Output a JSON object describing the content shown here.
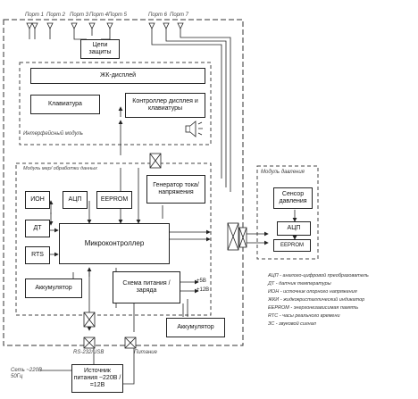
{
  "ports_top": {
    "a": "Порт 1",
    "b": "Порт 2",
    "c": "Порт 3",
    "d": "Порт 4",
    "e": "Порт 5",
    "f": "Порт 6",
    "g": "Порт 7"
  },
  "blocks": {
    "protection": "Цепи защиты",
    "lcd": "ЖК-дисплей",
    "keyboard": "Клавиатура",
    "display_controller": "Контроллер дисплея и клавиатуры",
    "generator": "Генератор тока/ напряжения",
    "ion": "ИОН",
    "adc": "АЦП",
    "eeprom": "EEPROM",
    "dt": "ДТ",
    "mcu": "Микроконтроллер",
    "rts": "RTS",
    "battery_inner": "Аккумулятор",
    "power_scheme": "Схема питания / заряда",
    "battery_outer": "Аккумулятор",
    "power_source": "Источник питания ~220В / =12В",
    "pressure_sensor": "Сенсор давления",
    "mod_adc": "АЦП",
    "mod_eeprom": "EEPROM"
  },
  "labels": {
    "interface_module": "Интерфейсный модуль",
    "measure_module": "Модуль мер/ обработки данных",
    "pressure_module": "Модуль давления",
    "rs232": "RS-232/USB",
    "power_in": "Питание",
    "mains": "Сеть ~220В 50Гц",
    "out1": "+5В",
    "out2": "+12В"
  },
  "legend": [
    "АЦП - аналого-цифровой преобразователь",
    "ДТ - датчик температуры",
    "ИОН - источник опорного напряжения",
    "ЖКИ - жидкокристаллический индикатор",
    "EEPROM - энергонезависимая память",
    "RTC - часы реального времени",
    "ЗС - звуковой сигнал"
  ]
}
